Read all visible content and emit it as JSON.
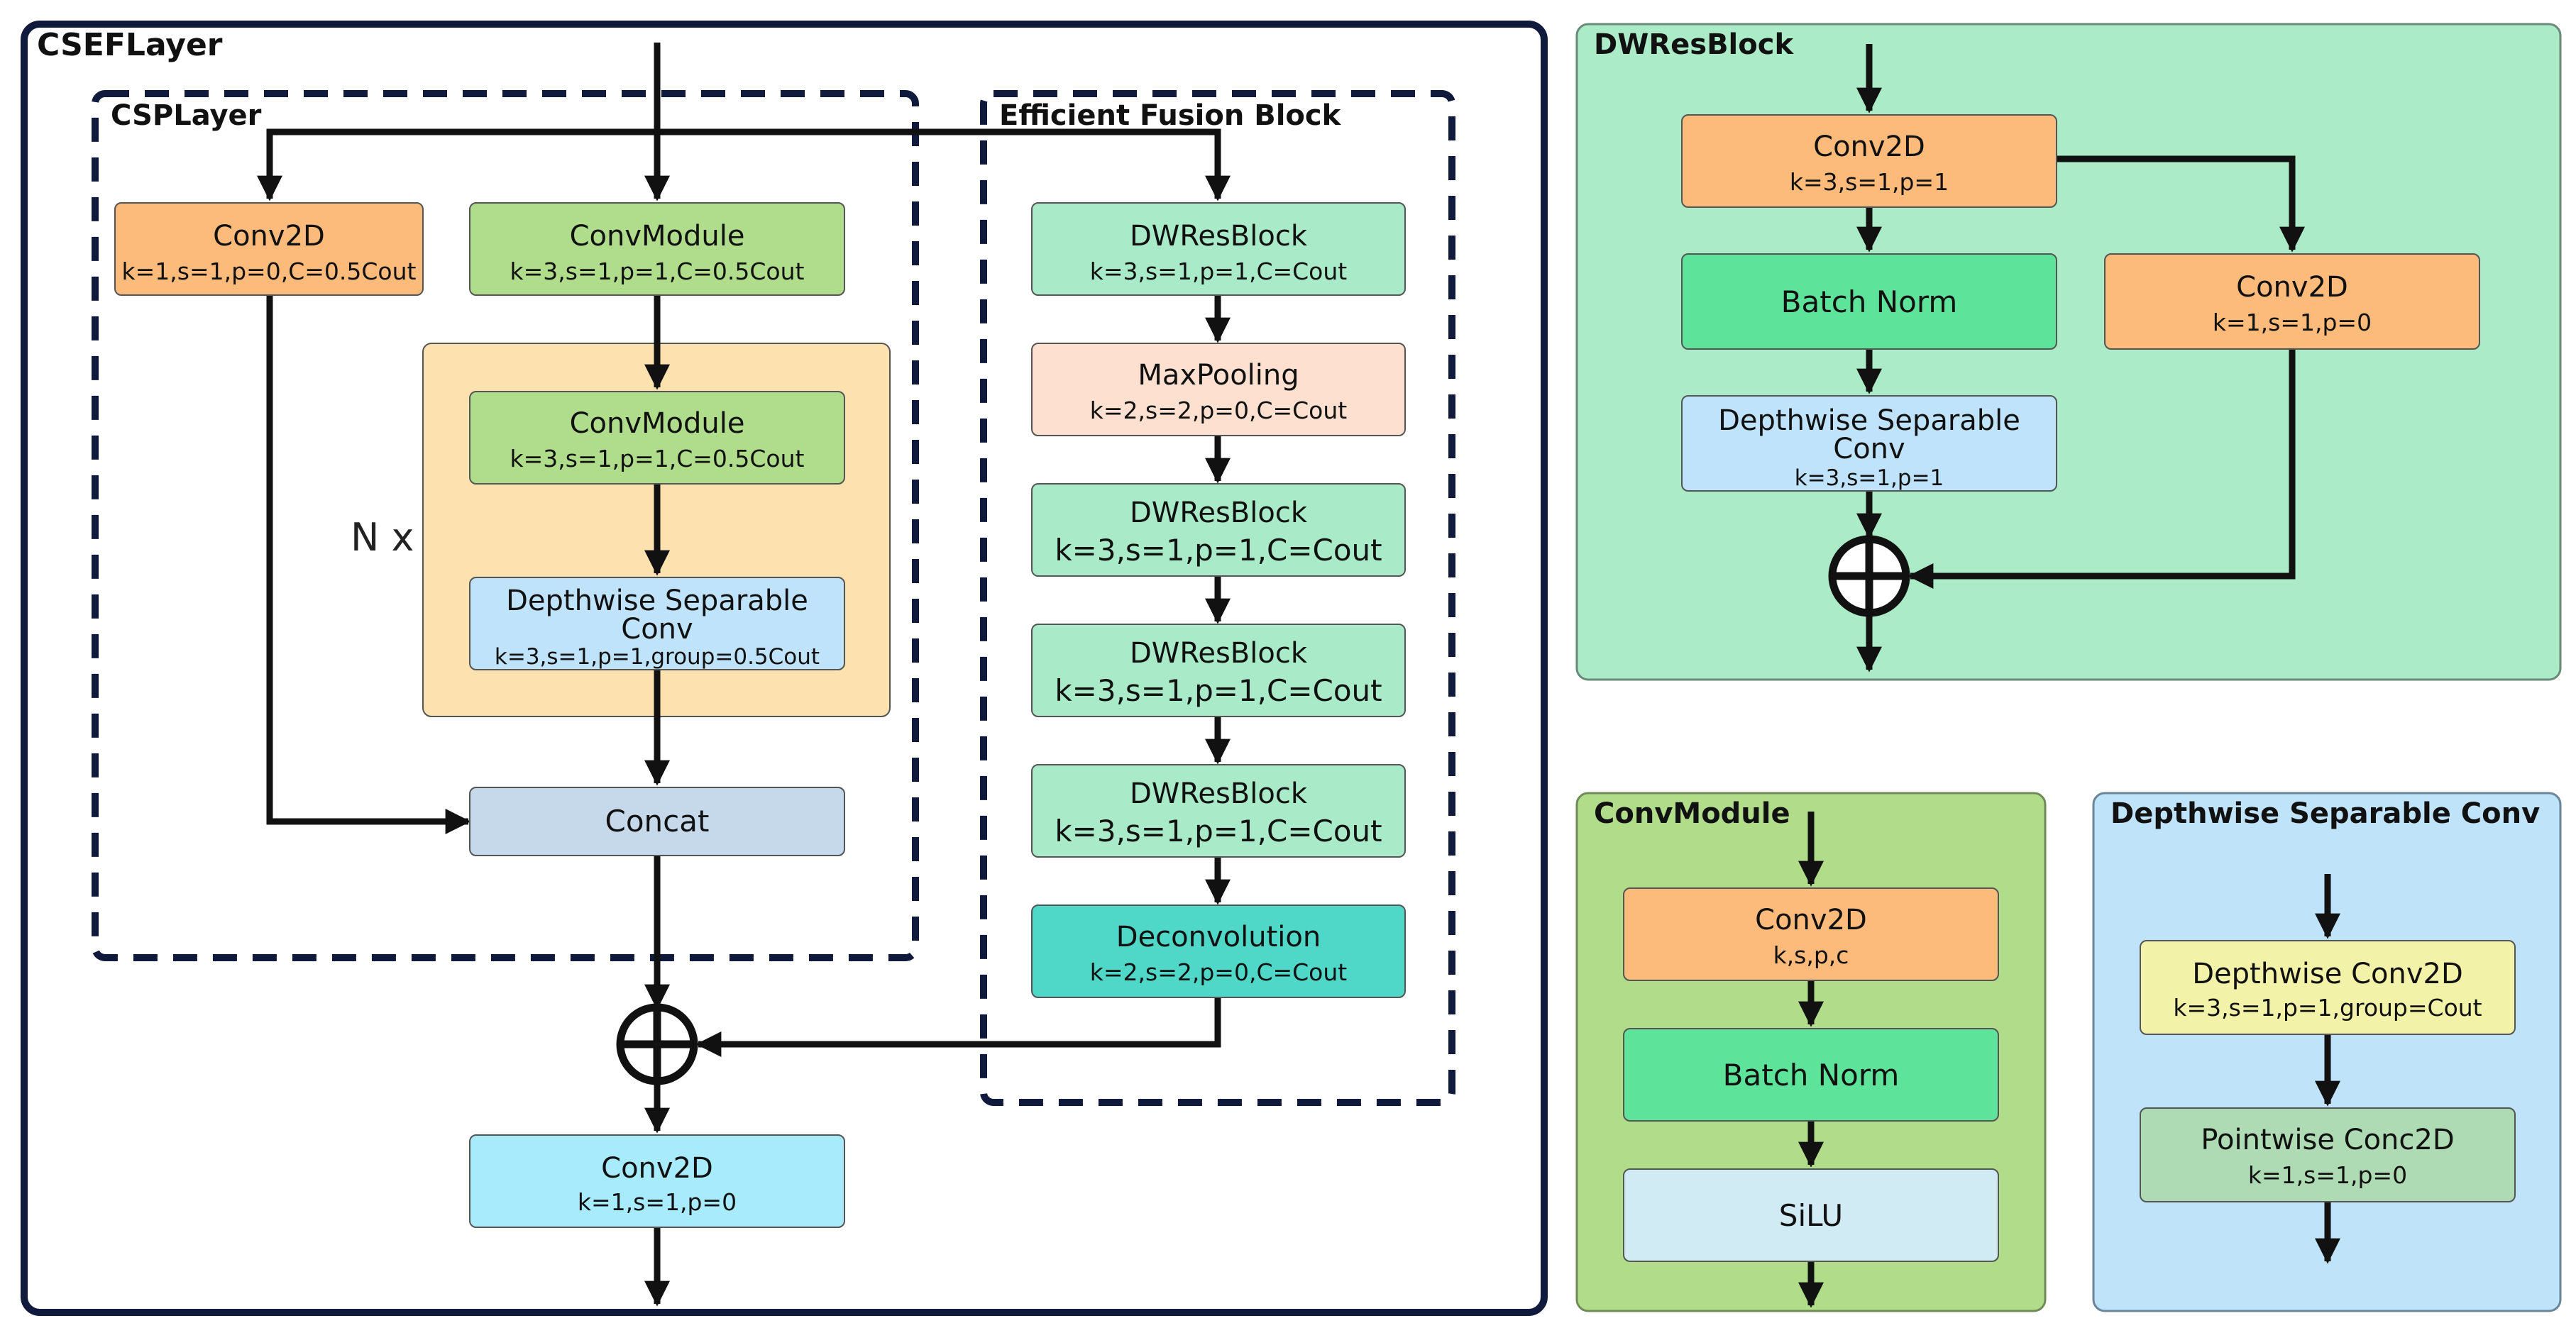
{
  "panels": {
    "csef": {
      "title": "CSEFLayer"
    },
    "csp": {
      "title": "CSPLayer",
      "repeat_label": "N x"
    },
    "efb": {
      "title": "Efficient Fusion Block"
    },
    "dwres": {
      "title": "DWResBlock"
    },
    "convmodule": {
      "title": "ConvModule"
    },
    "dsconv": {
      "title": "Depthwise Separable Conv"
    }
  },
  "colors": {
    "conv2d_orange": "#fdbb7b",
    "convmodule_green": "#b0dd8c",
    "nx_block": "#fde2b0",
    "depthwise_blue": "#bfe3fa",
    "concat": "#c6d9ea",
    "dwres_block": "#a9ebc8",
    "maxpool": "#fde0cf",
    "deconv": "#4fd7c7",
    "conv2d_cyan": "#a7ebfd",
    "batchnorm": "#5ee39a",
    "silu": "#d0ebf3",
    "depthwise_conv2d": "#f2f2a9",
    "pointwise": "#aedbb4",
    "panel_dwres_bg": "#abebc7",
    "panel_convmodule_bg": "#b1dd8b",
    "panel_dsconv_bg": "#bfe3f9",
    "navy": "#101a3c"
  },
  "nodes": {
    "csp_conv2d": {
      "label": "Conv2D",
      "params": "k=1,s=1,p=0,C=0.5Cout"
    },
    "csp_convmodule1": {
      "label": "ConvModule",
      "params": "k=3,s=1,p=1,C=0.5Cout"
    },
    "csp_convmodule2": {
      "label": "ConvModule",
      "params": "k=3,s=1,p=1,C=0.5Cout"
    },
    "csp_dsconv": {
      "label1": "Depthwise Separable",
      "label2": "Conv",
      "params": "k=3,s=1,p=1,group=0.5Cout"
    },
    "csp_concat": {
      "label": "Concat"
    },
    "efb_dwres1": {
      "label": "DWResBlock",
      "params": "k=3,s=1,p=1,C=Cout"
    },
    "efb_maxpool": {
      "label": "MaxPooling",
      "params": "k=2,s=2,p=0,C=Cout"
    },
    "efb_dwres2": {
      "label": "DWResBlock",
      "params": "k=3,s=1,p=1,C=Cout"
    },
    "efb_dwres3": {
      "label": "DWResBlock",
      "params": "k=3,s=1,p=1,C=Cout"
    },
    "efb_dwres4": {
      "label": "DWResBlock",
      "params": "k=3,s=1,p=1,C=Cout"
    },
    "efb_deconv": {
      "label": "Deconvolution",
      "params": "k=2,s=2,p=0,C=Cout"
    },
    "out_conv2d": {
      "label": "Conv2D",
      "params": "k=1,s=1,p=0"
    },
    "dw_conv2d_main": {
      "label": "Conv2D",
      "params": "k=3,s=1,p=1"
    },
    "dw_batchnorm": {
      "label": "Batch Norm"
    },
    "dw_dsconv": {
      "label1": "Depthwise Separable",
      "label2": "Conv",
      "params": "k=3,s=1,p=1"
    },
    "dw_conv2d_skip": {
      "label": "Conv2D",
      "params": "k=1,s=1,p=0"
    },
    "cm_conv2d": {
      "label": "Conv2D",
      "params": "k,s,p,c"
    },
    "cm_batchnorm": {
      "label": "Batch Norm"
    },
    "cm_silu": {
      "label": "SiLU"
    },
    "ds_depthwise": {
      "label": "Depthwise Conv2D",
      "params": "k=3,s=1,p=1,group=Cout"
    },
    "ds_pointwise": {
      "label": "Pointwise Conc2D",
      "params": "k=1,s=1,p=0"
    }
  }
}
